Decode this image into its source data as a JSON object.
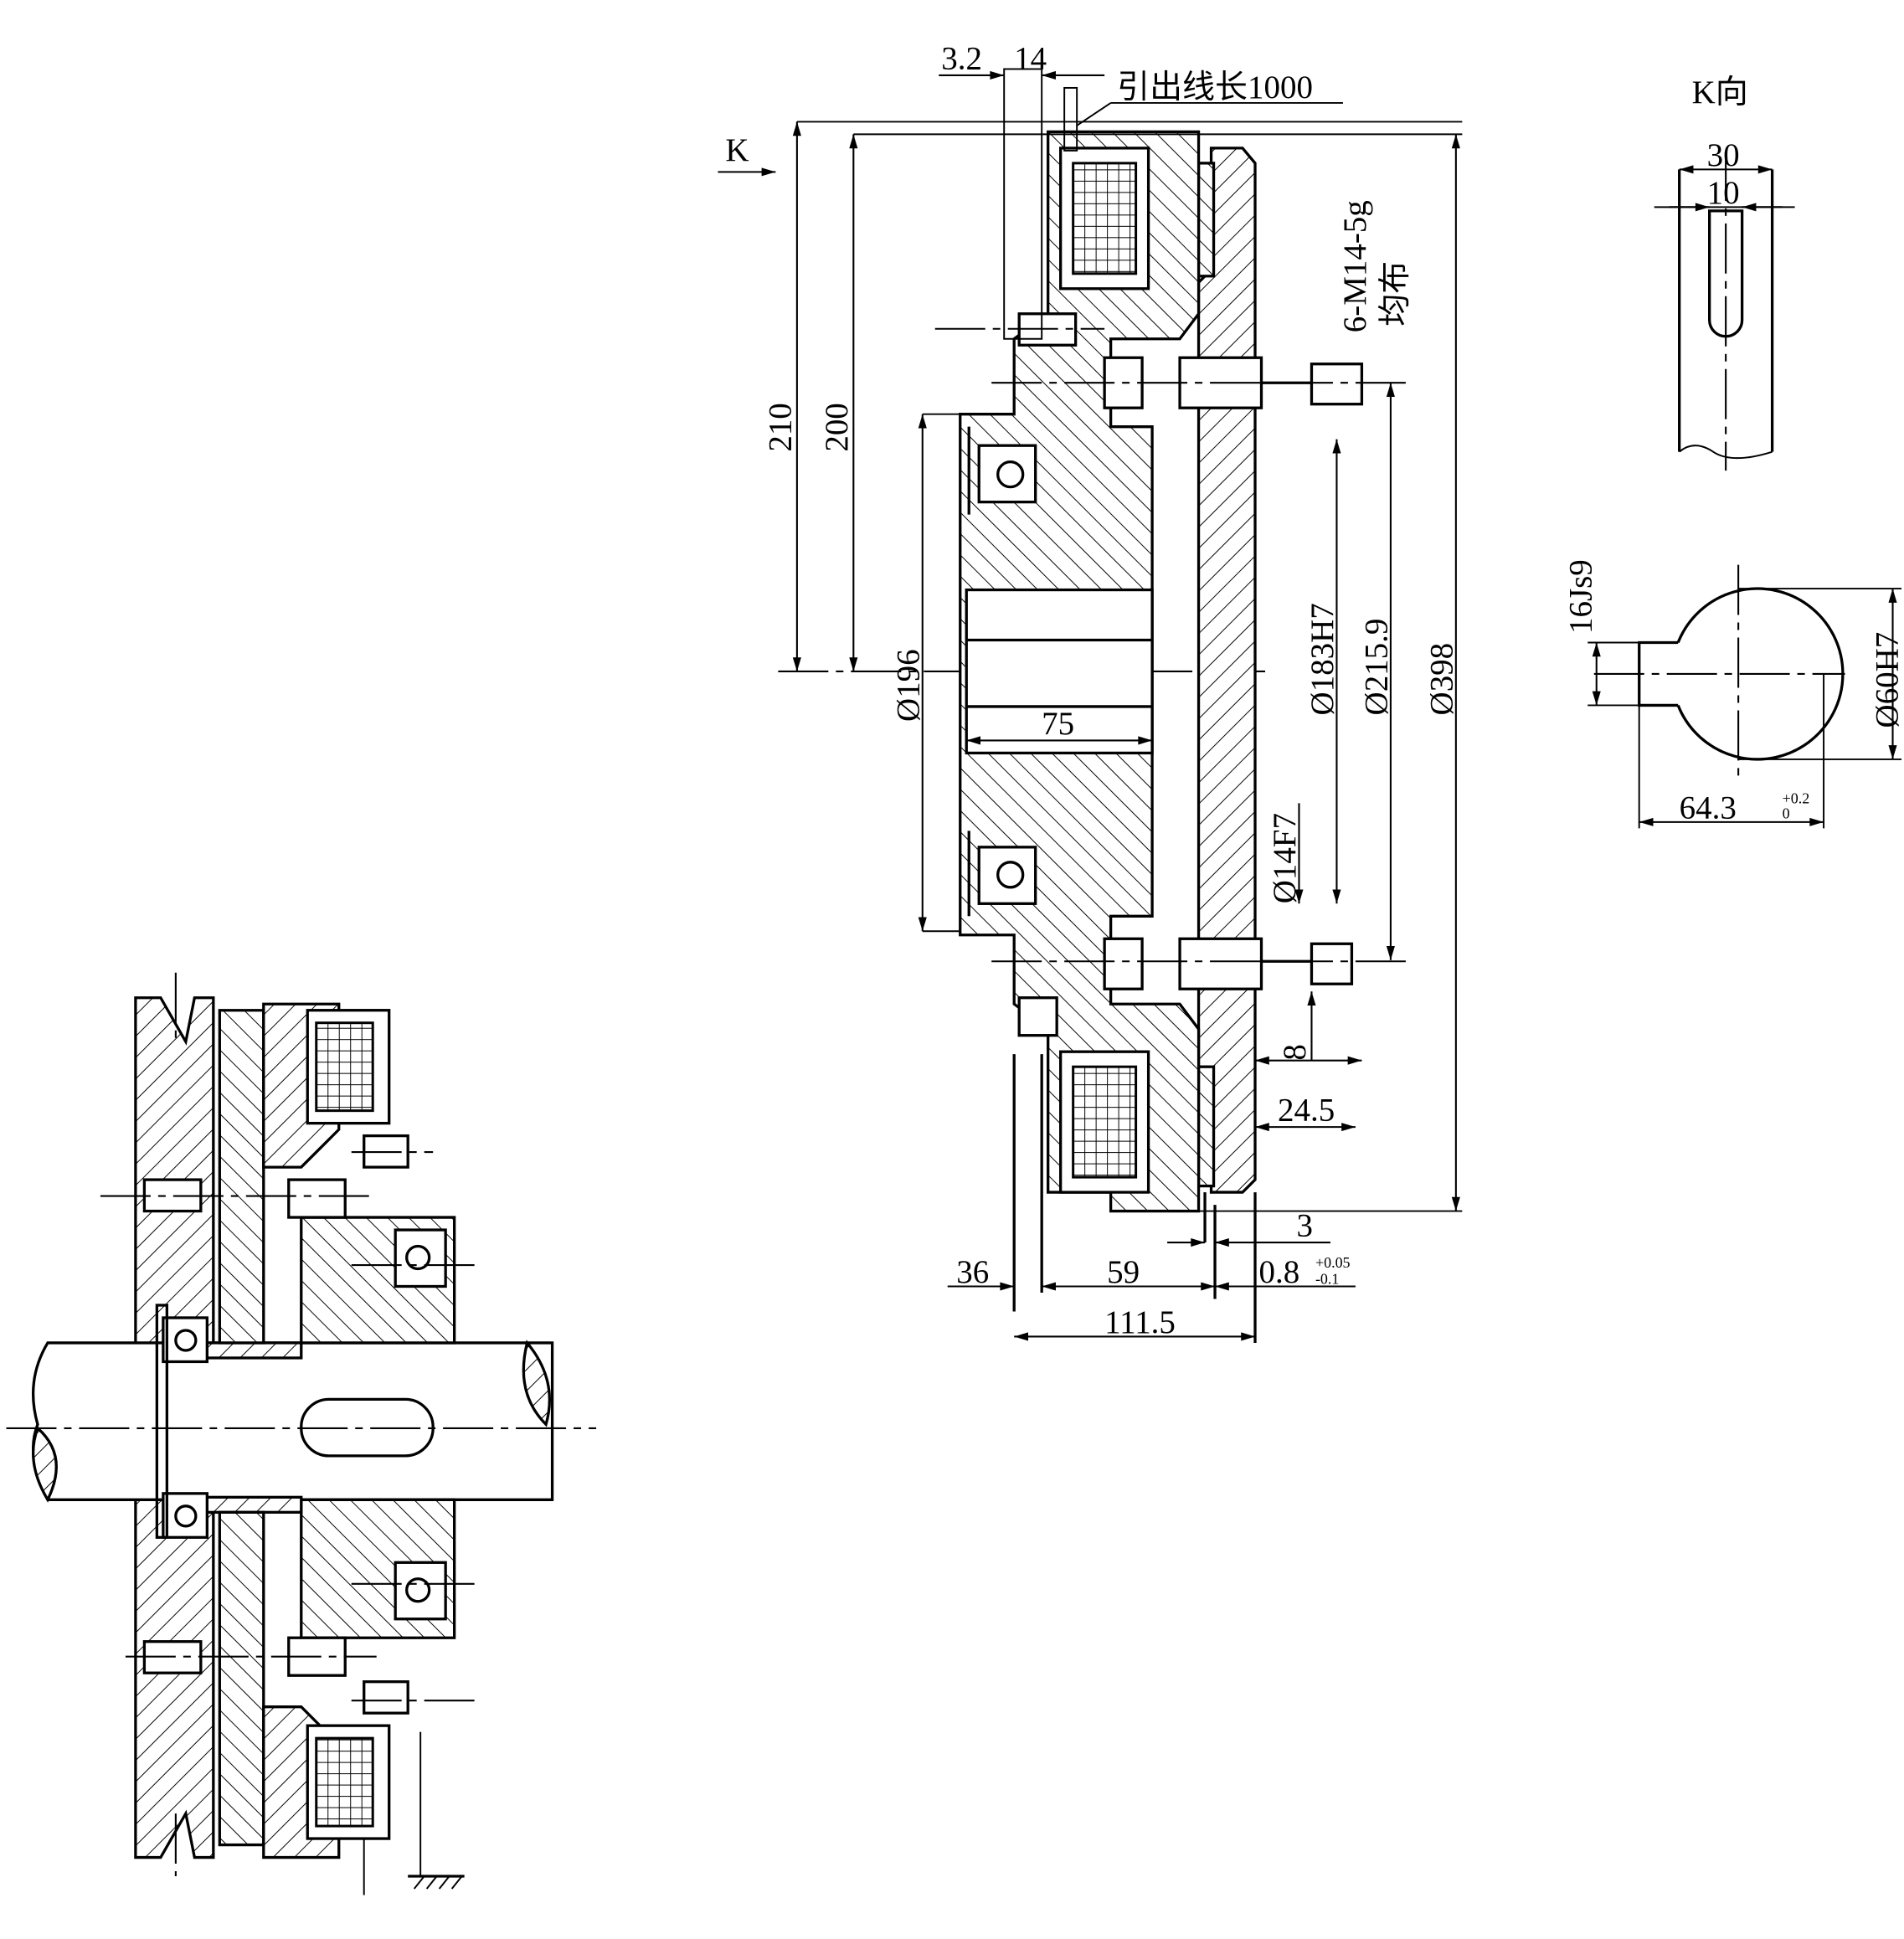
{
  "title": "Electromagnetic clutch assembly drawing",
  "main_view": {
    "dims": {
      "d3_2": "3.2",
      "d14": "14",
      "lead_note": "引出线长1000",
      "k_arrow": "K",
      "d210": "210",
      "d200": "200",
      "d196": "Ø196",
      "d75": "75",
      "thread": "6-M14-5g",
      "thread_note": "均布",
      "d183": "Ø183H7",
      "d215": "Ø215.9",
      "d398": "Ø398",
      "d14f7": "Ø14F7",
      "d8": "8",
      "d24_5": "24.5",
      "d3": "3",
      "d36": "36",
      "d59": "59",
      "d0_8": "0.8",
      "d0_8_tol_upper": "+0.05",
      "d0_8_tol_lower": "-0.1",
      "d111_5": "111.5"
    }
  },
  "k_view": {
    "title": "K向",
    "d30": "30",
    "d10": "10",
    "d16": "16Js9",
    "d60": "Ø60H7",
    "d64_3": "64.3",
    "d64_3_tol_upper": "+0.2",
    "d64_3_tol_lower": "0"
  }
}
